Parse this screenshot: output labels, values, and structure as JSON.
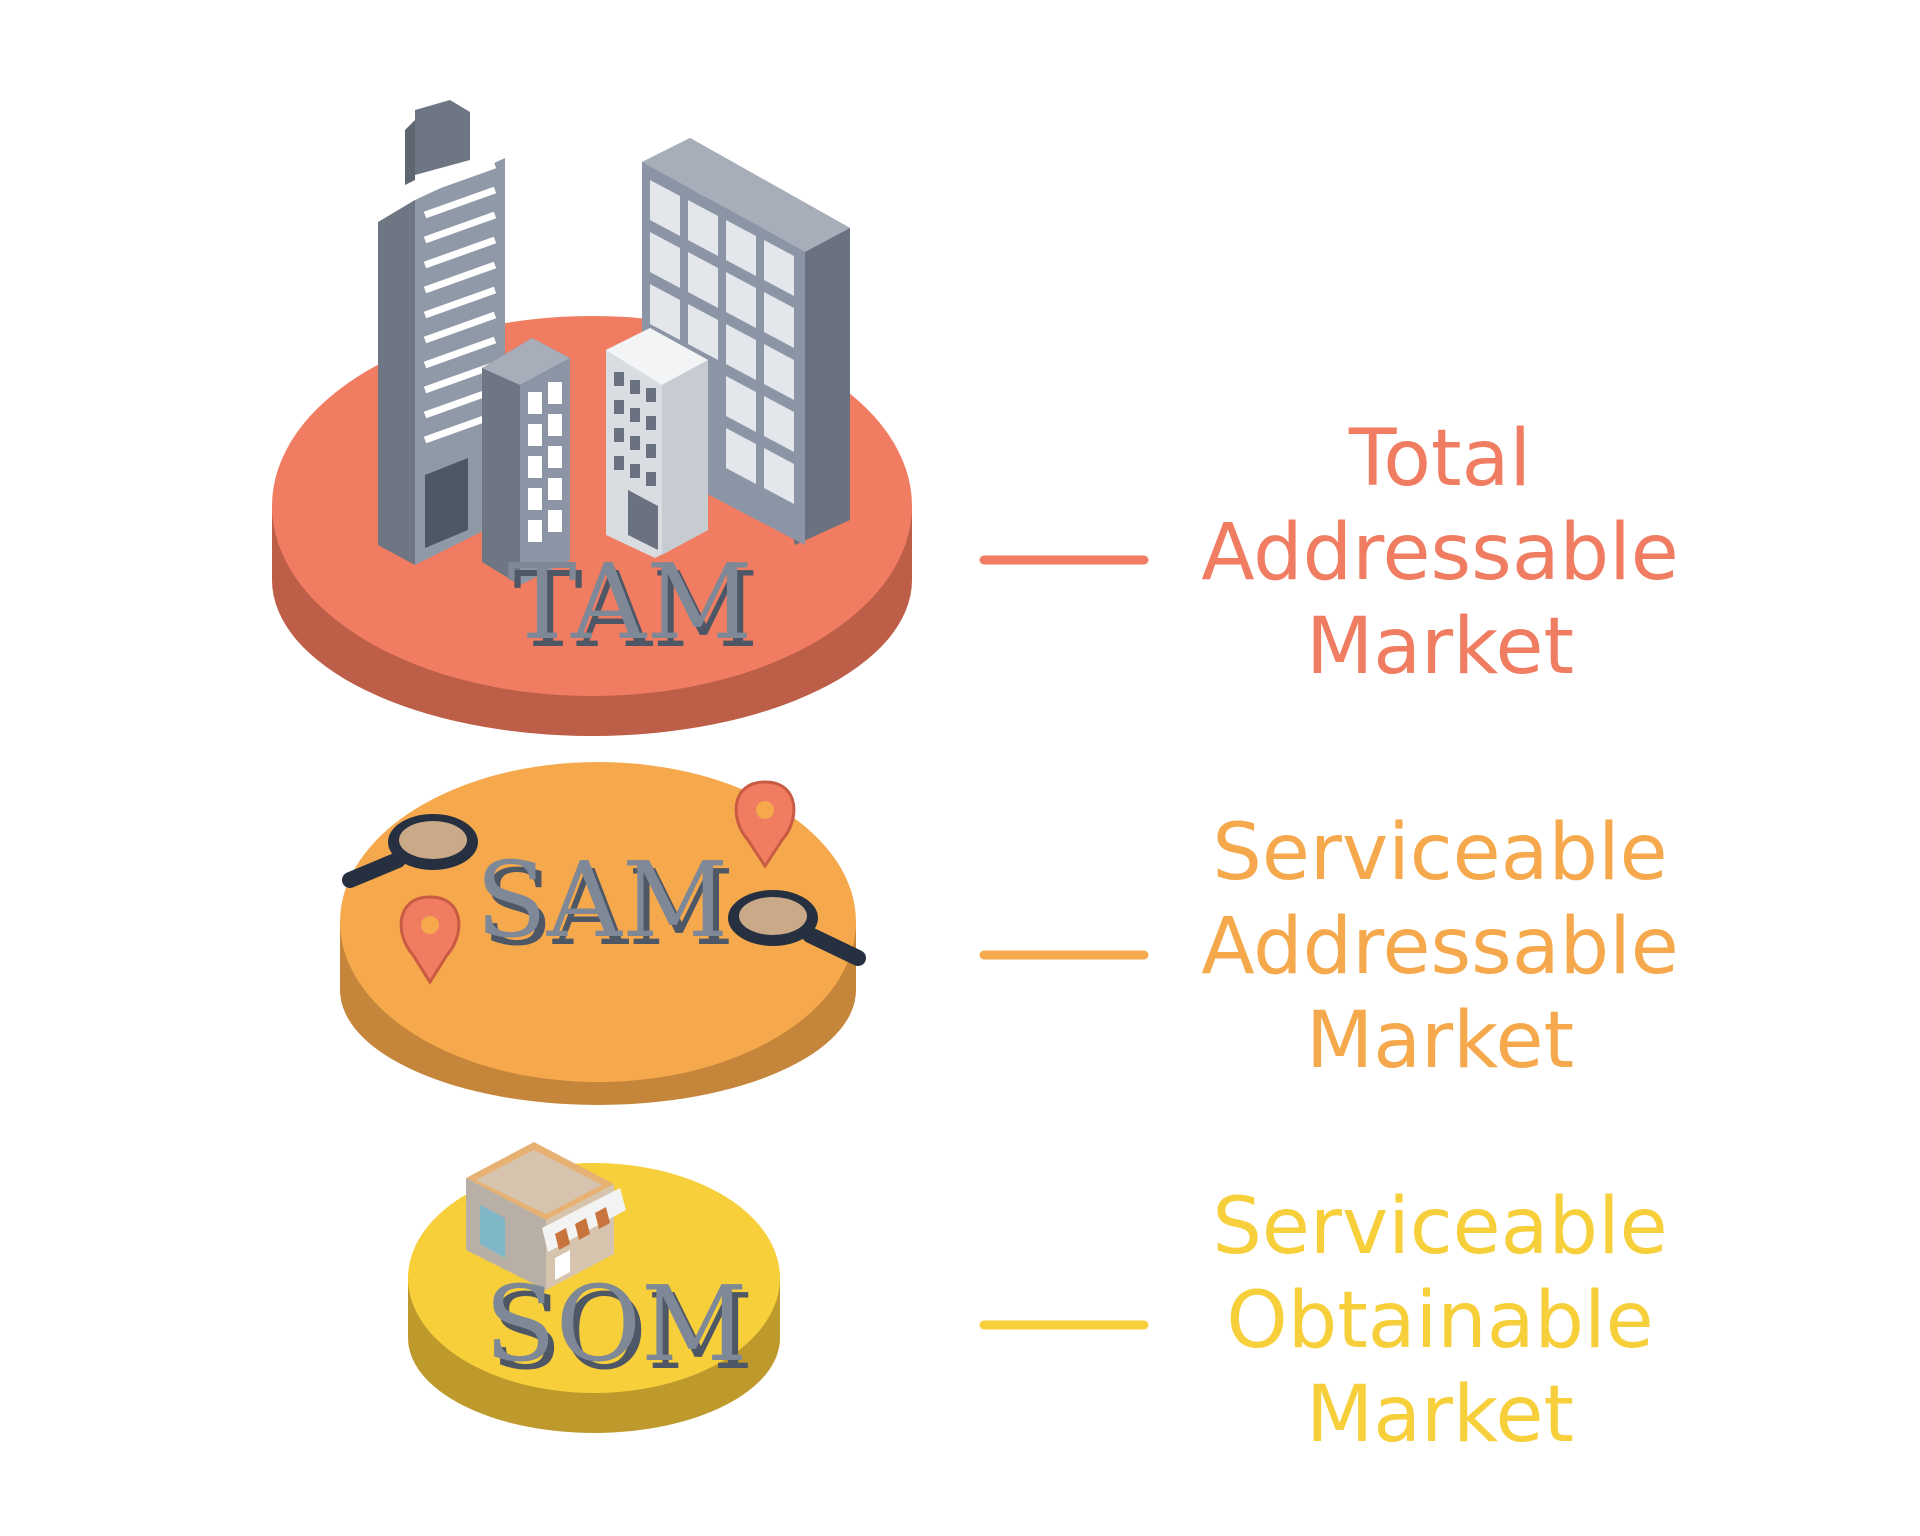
{
  "colors": {
    "tam": "#F07D62",
    "sam": "#F6A94C",
    "som": "#F7CF3A",
    "letters": "#7E8897"
  },
  "tiers": [
    {
      "key": "tam",
      "acronym": "TAM",
      "lines": [
        "Total",
        "Addressable",
        "Market"
      ],
      "icons": [
        "skyscraper-icon",
        "office-building-icon"
      ]
    },
    {
      "key": "sam",
      "acronym": "SAM",
      "lines": [
        "Serviceable",
        "Addressable",
        "Market"
      ],
      "icons": [
        "magnifier-icon",
        "map-pin-icon"
      ]
    },
    {
      "key": "som",
      "acronym": "SOM",
      "lines": [
        "Serviceable",
        "Obtainable",
        "Market"
      ],
      "icons": [
        "shop-icon"
      ]
    }
  ]
}
